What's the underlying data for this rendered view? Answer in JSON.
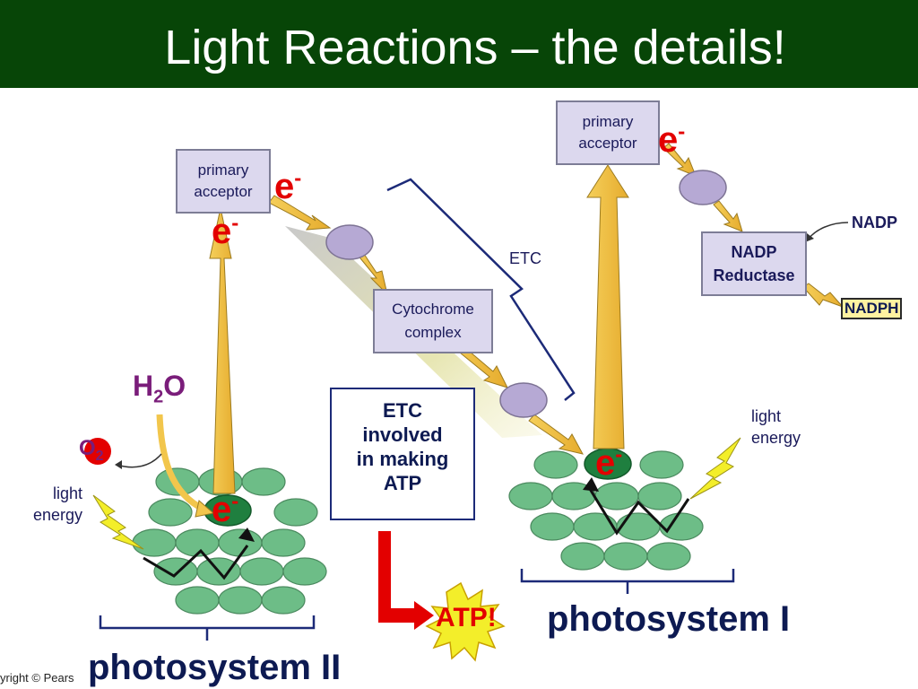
{
  "slide": {
    "title": "Light Reactions – the details!"
  },
  "labels": {
    "primary_acceptor_left_line1": "primary",
    "primary_acceptor_left_line2": "acceptor",
    "primary_acceptor_right_line1": "primary",
    "primary_acceptor_right_line2": "acceptor",
    "electron": "e",
    "electron_charge": "-",
    "cytochrome_line1": "Cytochrome",
    "cytochrome_line2": "complex",
    "etc": "ETC",
    "nadp": "NADP",
    "nadp_reductase_line1": "NADP",
    "nadp_reductase_line2": "Reductase",
    "nadph": "NADPH",
    "h2o_h": "H",
    "h2o_sub": "2",
    "h2o_o": "O",
    "o2_o": "O",
    "o2_sub": "2",
    "light_energy_left_line1": "light",
    "light_energy_left_line2": "energy",
    "light_energy_right_line1": "light",
    "light_energy_right_line2": "energy",
    "etc_note_line1": "ETC",
    "etc_note_line2": "involved",
    "etc_note_line3": "in making",
    "etc_note_line4": "ATP",
    "atp": "ATP!",
    "photosystem_i": "photosystem I",
    "photosystem_ii": "photosystem II",
    "copyright": "yright © Pears"
  },
  "colors": {
    "title_bar": "#074507",
    "chlorophyll_disc": "#6dbd87",
    "carrier": "#b6a9d4",
    "arrow_yellow": "#f2c64c",
    "electron_red": "#e30000",
    "atp_red": "#e30000",
    "bracket_navy": "#1c2a78"
  }
}
